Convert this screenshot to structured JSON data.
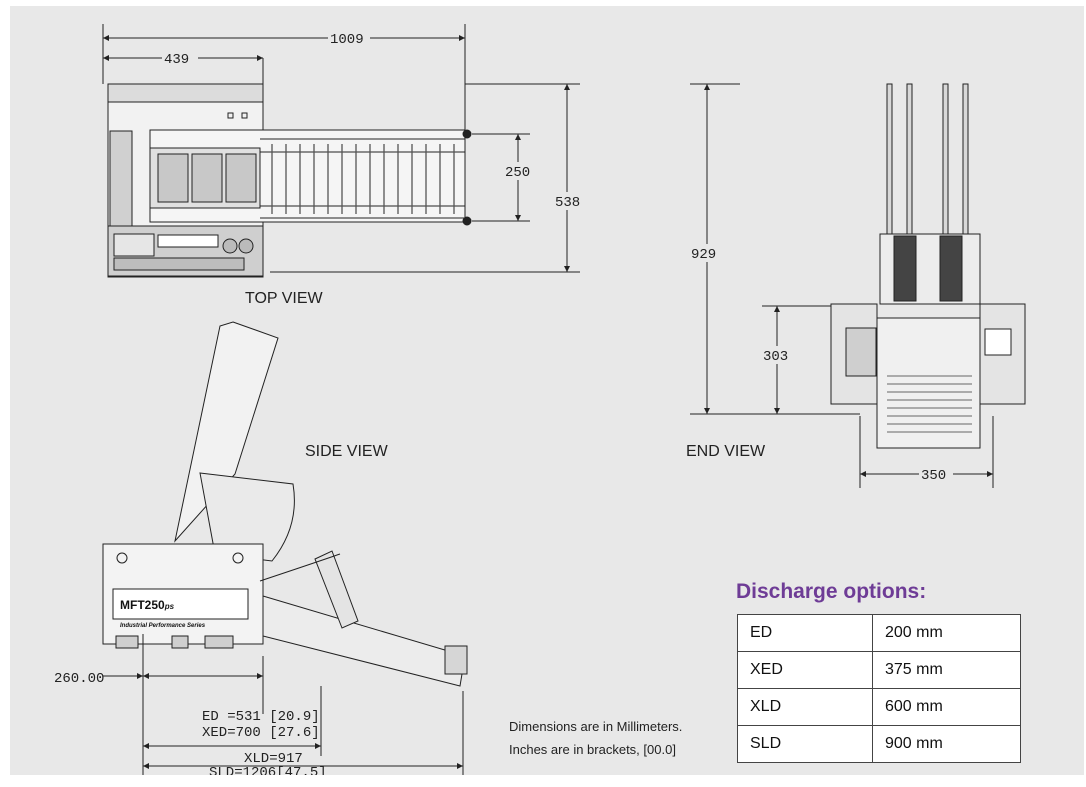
{
  "views": {
    "top": "TOP VIEW",
    "side": "SIDE VIEW",
    "end": "END VIEW"
  },
  "dimensions": {
    "top_overall": "1009",
    "top_partial": "439",
    "top_width": "250",
    "top_depth": "538",
    "end_height": "929",
    "end_lower": "303",
    "end_width": "350",
    "side_left": "260.00",
    "side_ed": "ED =531 [20.9]",
    "side_xed": "XED=700 [27.6]",
    "side_xld": "XLD=917",
    "side_sld": "SLD=1206[47.5]"
  },
  "machine": {
    "model": "MFT250",
    "model_suffix": "ps",
    "series": "Industrial Performance Series"
  },
  "notes": {
    "line1": "Dimensions are in Millimeters.",
    "line2": "Inches are in brackets, [00.0]"
  },
  "discharge": {
    "heading": "Discharge options:",
    "rows": [
      {
        "name": "ED",
        "value": "200 mm"
      },
      {
        "name": "XED",
        "value": "375 mm"
      },
      {
        "name": "XLD",
        "value": "600 mm"
      },
      {
        "name": "SLD",
        "value": "900 mm"
      }
    ]
  },
  "colors": {
    "panel": "#e8e8e8",
    "heading": "#6e3c96",
    "line": "#222222"
  }
}
